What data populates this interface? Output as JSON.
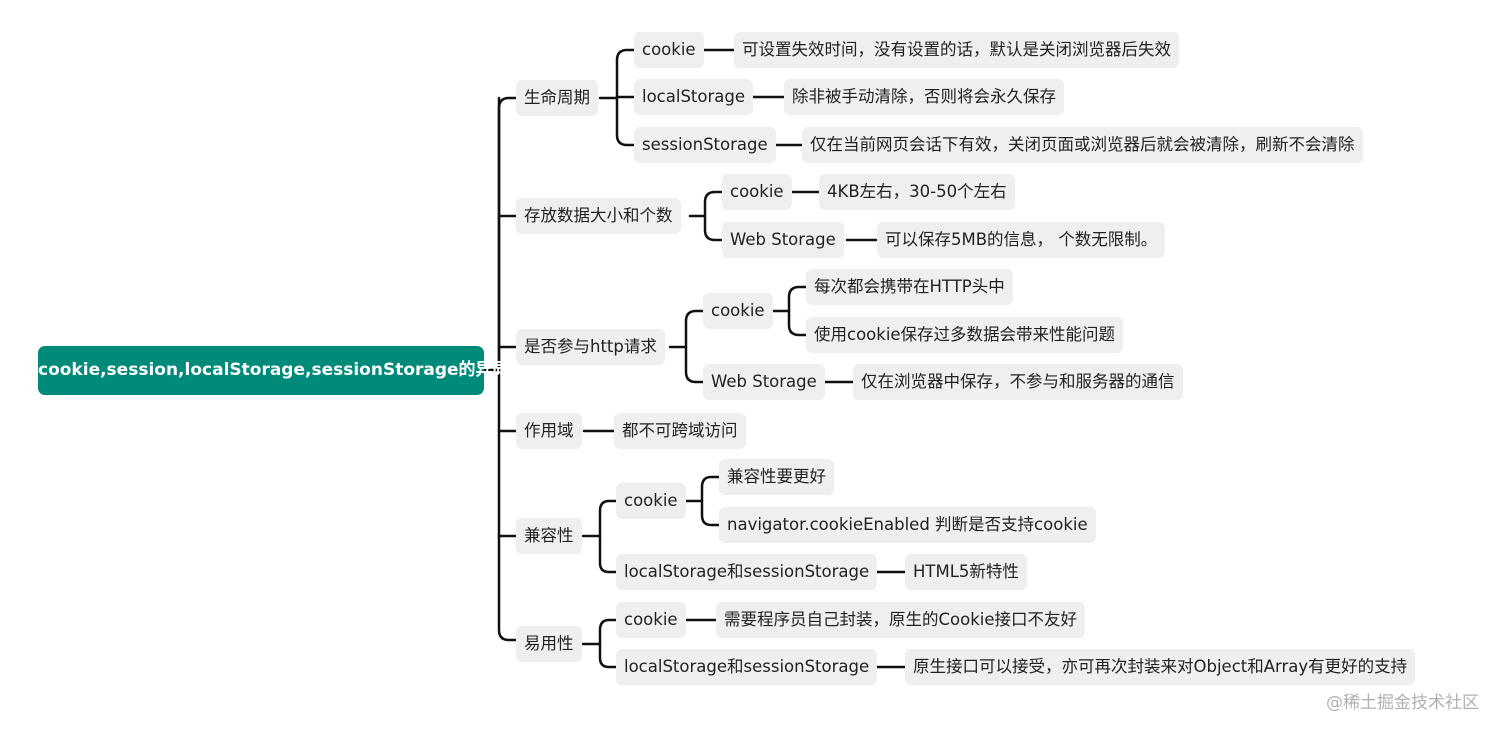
{
  "root": "cookie,session,localStorage,sessionStorage的异同",
  "branches": [
    {
      "label": "生命周期",
      "children": [
        {
          "label": "cookie",
          "notes": [
            "可设置失效时间，没有设置的话，默认是关闭浏览器后失效"
          ]
        },
        {
          "label": "localStorage",
          "notes": [
            "除非被手动清除，否则将会永久保存"
          ]
        },
        {
          "label": "sessionStorage",
          "notes": [
            "仅在当前网页会话下有效，关闭页面或浏览器后就会被清除，刷新不会清除"
          ]
        }
      ]
    },
    {
      "label": "存放数据大小和个数",
      "children": [
        {
          "label": "cookie",
          "notes": [
            "4KB左右，30-50个左右"
          ]
        },
        {
          "label": "Web Storage",
          "notes": [
            "可以保存5MB的信息， 个数无限制。"
          ]
        }
      ]
    },
    {
      "label": "是否参与http请求",
      "children": [
        {
          "label": "cookie",
          "notes": [
            "每次都会携带在HTTP头中",
            "使用cookie保存过多数据会带来性能问题"
          ]
        },
        {
          "label": "Web Storage",
          "notes": [
            "仅在浏览器中保存，不参与和服务器的通信"
          ]
        }
      ]
    },
    {
      "label": "作用域",
      "notes": [
        "都不可跨域访问"
      ]
    },
    {
      "label": "兼容性",
      "children": [
        {
          "label": "cookie",
          "notes": [
            "兼容性要更好",
            "navigator.cookieEnabled 判断是否支持cookie"
          ]
        },
        {
          "label": "localStorage和sessionStorage",
          "notes": [
            "HTML5新特性"
          ]
        }
      ]
    },
    {
      "label": "易用性",
      "children": [
        {
          "label": "cookie",
          "notes": [
            "需要程序员自己封装，原生的Cookie接口不友好"
          ]
        },
        {
          "label": "localStorage和sessionStorage",
          "notes": [
            "原生接口可以接受，亦可再次封装来对Object和Array有更好的支持"
          ]
        }
      ]
    }
  ],
  "watermark": "@稀土掘金技术社区"
}
